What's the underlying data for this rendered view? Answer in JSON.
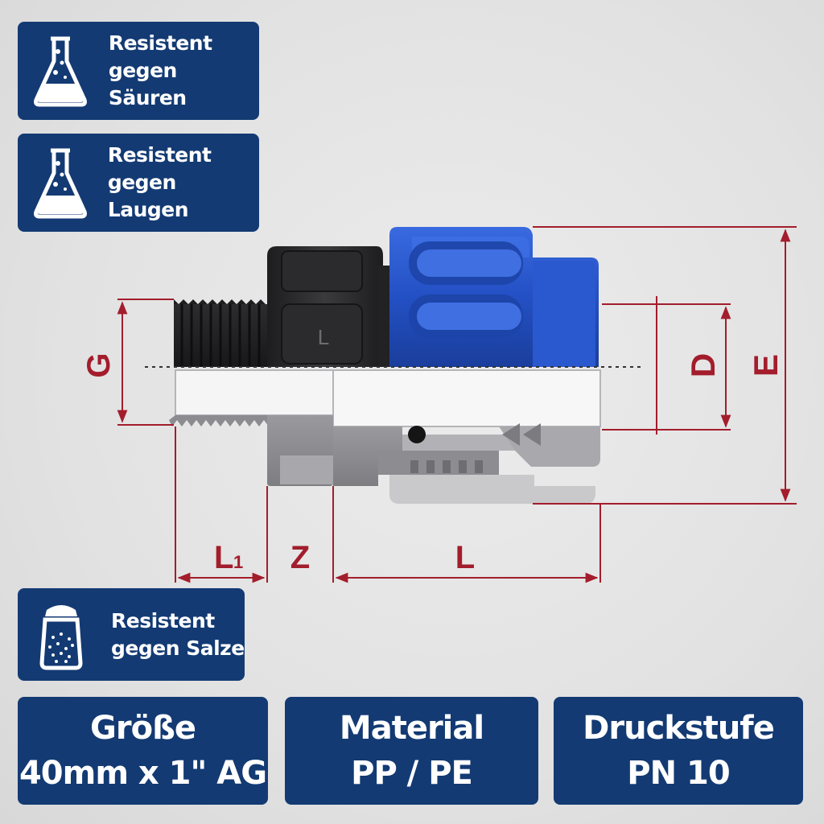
{
  "features": [
    {
      "line1": "Resistent",
      "line2": "gegen Säuren",
      "icon": "flask-icon"
    },
    {
      "line1": "Resistent",
      "line2": "gegen Laugen",
      "icon": "flask-icon"
    },
    {
      "line1": "Resistent",
      "line2": "gegen Salze",
      "icon": "salt-shaker-icon"
    }
  ],
  "specs": [
    {
      "line1": "Größe",
      "line2": "40mm x 1\" AG"
    },
    {
      "line1": "Material",
      "line2": "PP / PE"
    },
    {
      "line1": "Druckstufe",
      "line2": "PN 10"
    }
  ],
  "dimensions": {
    "G": "G",
    "D": "D",
    "E": "E",
    "L1": "L",
    "L1_sub": "1",
    "Z": "Z",
    "L": "L"
  },
  "part_marking": "L",
  "colors": {
    "badge": "#133a73",
    "dimension": "#a31d2c",
    "cap": "#2553c8",
    "body": "#2a2a2c"
  }
}
